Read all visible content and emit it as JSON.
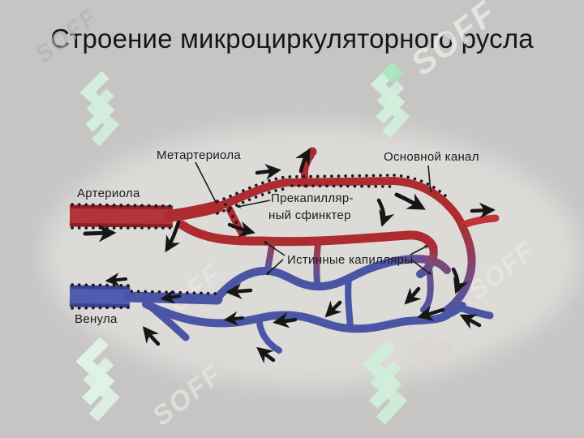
{
  "slide": {
    "title": "Строение микроциркуляторного русла",
    "background_color": "#c6c5c3",
    "title_color": "#161616"
  },
  "diagram": {
    "labels": {
      "arteriole": "Артериола",
      "metarteriole": "Метартериола",
      "main_channel": "Основной канал",
      "precapillary_sphincter_line1": "Прекапилляр-",
      "precapillary_sphincter_line2": "ный сфинктер",
      "true_capillaries": "Истинные капилляры",
      "venule": "Венула"
    },
    "colors": {
      "arterial_vessel": "#b02c30",
      "venous_vessel": "#4b55a5",
      "transition_vessel": "#7a4a7e",
      "flow_arrow": "#161616",
      "label_text": "#1b1b1b",
      "canvas": "#dfddda"
    },
    "flow_direction": "arterial blood enters left via arteriole, passes metarteriole / main channel and true capillaries, exits left via venule"
  },
  "watermark": {
    "text": "SOFF",
    "logo_color": "#d2eedd"
  }
}
